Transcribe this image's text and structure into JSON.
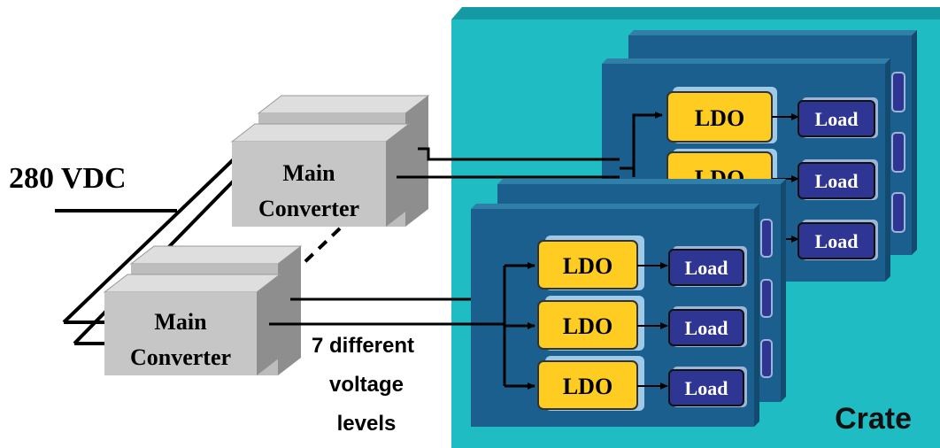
{
  "labels": {
    "input_voltage": "280 VDC",
    "main_converter_line1": "Main",
    "main_converter_line2": "Converter",
    "voltage_note_line1": "7 different",
    "voltage_note_line2": "voltage",
    "voltage_note_line3": "levels",
    "crate": "Crate",
    "ldo": "LDO",
    "load": "Load"
  },
  "colors": {
    "crate_face": "#1fbcc4",
    "crate_top": "#159aa3",
    "crate_side": "#0f8a92",
    "board_face": "#1a5f8e",
    "board_top": "#2f7fa8",
    "board_side": "#124a70",
    "ldo_fill": "#ffcc22",
    "ldo_glow": "#9ec9e8",
    "load_fill": "#2e3592",
    "load_glow": "#9fb5d8",
    "converter_face": "#c6c6c6",
    "converter_top": "#dedede",
    "converter_side": "#8e8e8e",
    "wire": "#000000"
  },
  "icons": {
    "arrow": "arrow-right-icon"
  }
}
